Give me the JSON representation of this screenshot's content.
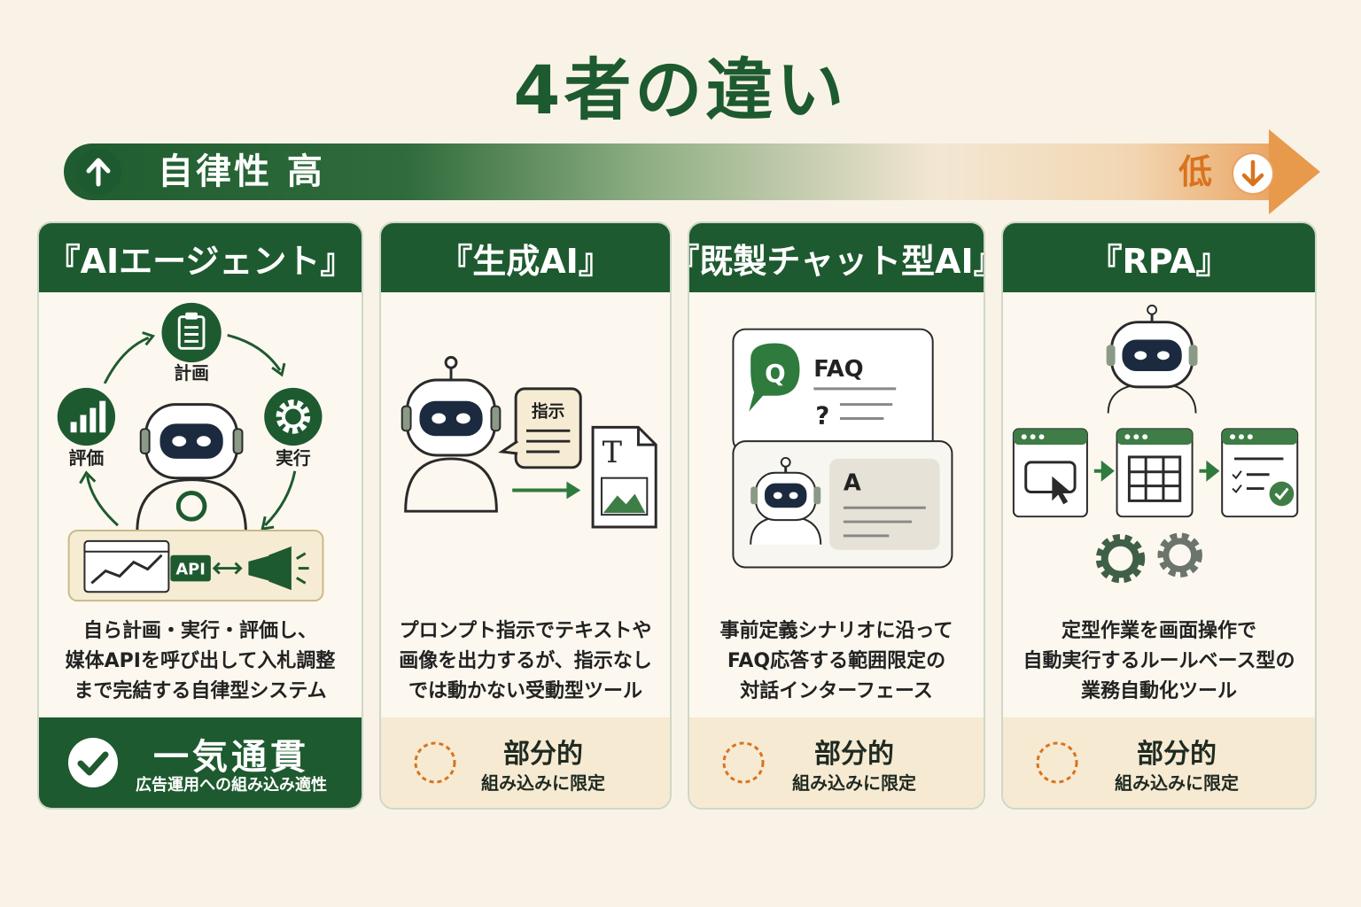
{
  "title": "4者の違い",
  "autonomy": {
    "high_label": "自律性 高",
    "low_label": "低"
  },
  "cards": [
    {
      "name": "『AIエージェント』",
      "cycle": {
        "plan": "計画",
        "execute": "実行",
        "evaluate": "評価"
      },
      "api_label": "API",
      "description": [
        "自ら計画・実行・評価し、",
        "媒体APIを呼び出して入札調整",
        "まで完結する自律型システム"
      ],
      "fit_title": "一気通貫",
      "fit_sub": "広告運用への組み込み適性"
    },
    {
      "name": "『生成AI』",
      "bubble_label": "指示",
      "doc_letter": "T",
      "description": [
        "プロンプト指示でテキストや",
        "画像を出力するが、指示なし",
        "では動かない受動型ツール"
      ],
      "fit_title": "部分的",
      "fit_sub": "組み込みに限定"
    },
    {
      "name": "『既製チャット型AI』",
      "q_letter": "Q",
      "faq_label": "FAQ",
      "question_mark": "?",
      "a_letter": "A",
      "description": [
        "事前定義シナリオに沿って",
        "FAQ応答する範囲限定の",
        "対話インターフェース"
      ],
      "fit_title": "部分的",
      "fit_sub": "組み込みに限定"
    },
    {
      "name": "『RPA』",
      "description": [
        "定型作業を画面操作で",
        "自動実行するルールベース型の",
        "業務自動化ツール"
      ],
      "fit_title": "部分的",
      "fit_sub": "組み込みに限定"
    }
  ],
  "colors": {
    "green": "#1e5a2f",
    "orange": "#d9731f",
    "cream": "#f9f3e7",
    "panel": "#f6ead2"
  }
}
